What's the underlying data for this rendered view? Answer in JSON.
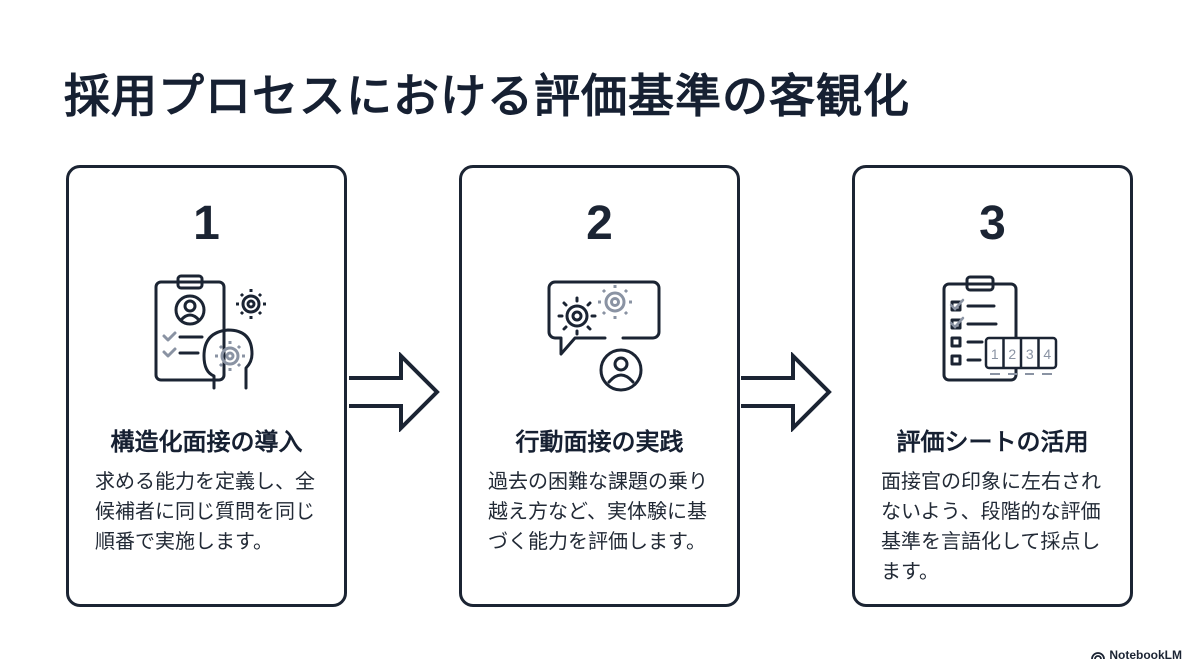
{
  "title": "採用プロセスにおける評価基準の客観化",
  "steps": [
    {
      "number": "1",
      "heading": "構造化面接の導入",
      "body": "求める能力を定義し、全候補者に同じ質問を同じ順番で実施します。",
      "icon": "clipboard-candidate-gear-icon"
    },
    {
      "number": "2",
      "heading": "行動面接の実践",
      "body": "過去の困難な課題の乗り越え方など、実体験に基づく能力を評価します。",
      "icon": "speech-bubble-gears-person-icon"
    },
    {
      "number": "3",
      "heading": "評価シートの活用",
      "body": "面接官の印象に左右されないよう、段階的な評価基準を言語化して採点します。",
      "icon": "checklist-score-icon"
    }
  ],
  "score_digits": [
    "1",
    "2",
    "3",
    "4"
  ],
  "brand": "NotebookLM",
  "colors": {
    "ink": "#1b2433",
    "accent_gray": "#8a93a3",
    "background": "#ffffff"
  }
}
